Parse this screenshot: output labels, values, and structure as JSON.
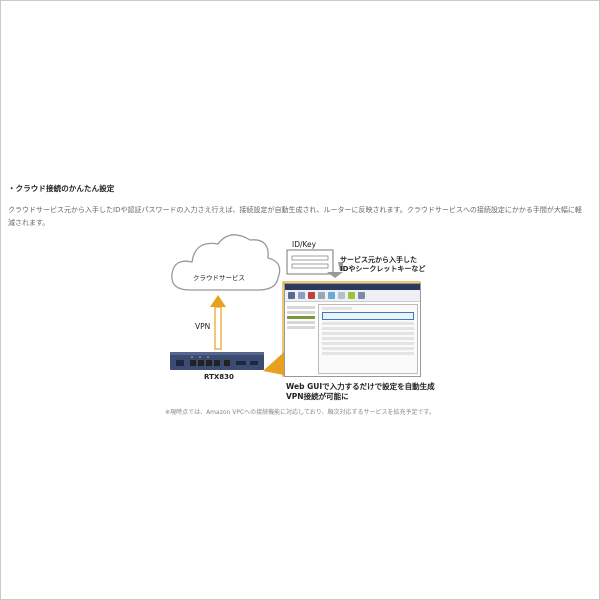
{
  "heading": "・クラウド接続のかんたん設定",
  "description": "クラウドサービス元から入手したIDや認証パスワードの入力さえ行えば、接続設定が自動生成され、ルーターに反映されます。クラウドサービスへの接続設定にかかる手間が大幅に軽減されます。",
  "diagram": {
    "cloud_label": "クラウドサービス",
    "vpn_label": "VPN",
    "router_label": "RTX830",
    "idkey_label": "ID/Key",
    "service_label_line1": "サービス元から入手した",
    "service_label_line2": "IDやシークレットキーなど",
    "caption_line1": "Web GUIで入力するだけで設定を自動生成",
    "caption_line2": "VPN接続が可能に"
  },
  "note": "※現時点では、Amazon VPCへの接続機能に対応しており、順次対応するサービスを拡充予定です。",
  "colors": {
    "accent_orange": "#e8a020",
    "router_blue": "#3c4b72",
    "text": "#222222",
    "muted": "#666666"
  }
}
